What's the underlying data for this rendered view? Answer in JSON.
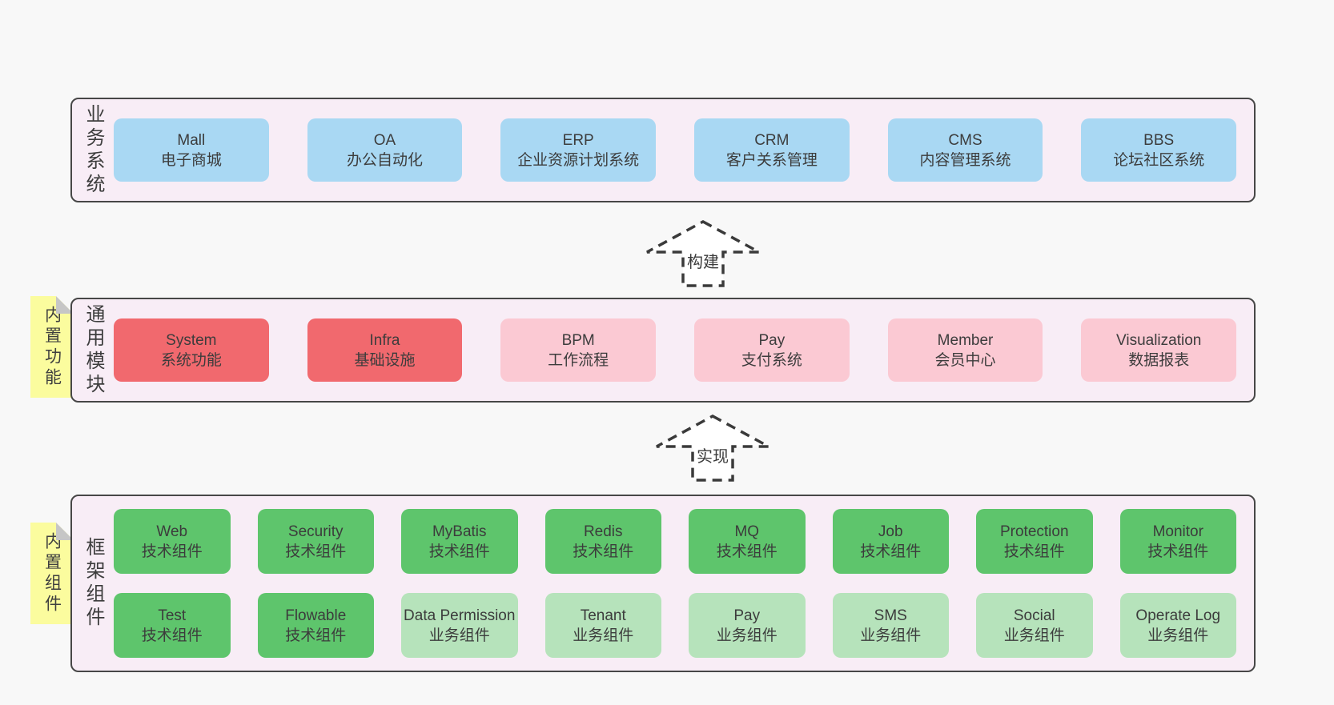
{
  "sections": [
    {
      "label": "业务系统",
      "items": [
        {
          "name": "Mall",
          "desc": "电子商城",
          "variant": "blue"
        },
        {
          "name": "OA",
          "desc": "办公自动化",
          "variant": "blue"
        },
        {
          "name": "ERP",
          "desc": "企业资源计划系统",
          "variant": "blue"
        },
        {
          "name": "CRM",
          "desc": "客户关系管理",
          "variant": "blue"
        },
        {
          "name": "CMS",
          "desc": "内容管理系统",
          "variant": "blue"
        },
        {
          "name": "BBS",
          "desc": "论坛社区系统",
          "variant": "blue"
        }
      ]
    },
    {
      "label": "通用模块",
      "tag": "内置功能",
      "items": [
        {
          "name": "System",
          "desc": "系统功能",
          "variant": "red"
        },
        {
          "name": "Infra",
          "desc": "基础设施",
          "variant": "red"
        },
        {
          "name": "BPM",
          "desc": "工作流程",
          "variant": "pink"
        },
        {
          "name": "Pay",
          "desc": "支付系统",
          "variant": "pink"
        },
        {
          "name": "Member",
          "desc": "会员中心",
          "variant": "pink"
        },
        {
          "name": "Visualization",
          "desc": "数据报表",
          "variant": "pink"
        }
      ]
    },
    {
      "label": "框架组件",
      "tag": "内置组件",
      "rows": [
        [
          {
            "name": "Web",
            "desc": "技术组件",
            "variant": "green"
          },
          {
            "name": "Security",
            "desc": "技术组件",
            "variant": "green"
          },
          {
            "name": "MyBatis",
            "desc": "技术组件",
            "variant": "green"
          },
          {
            "name": "Redis",
            "desc": "技术组件",
            "variant": "green"
          },
          {
            "name": "MQ",
            "desc": "技术组件",
            "variant": "green"
          },
          {
            "name": "Job",
            "desc": "技术组件",
            "variant": "green"
          },
          {
            "name": "Protection",
            "desc": "技术组件",
            "variant": "green"
          },
          {
            "name": "Monitor",
            "desc": "技术组件",
            "variant": "green"
          }
        ],
        [
          {
            "name": "Test",
            "desc": "技术组件",
            "variant": "green"
          },
          {
            "name": "Flowable",
            "desc": "技术组件",
            "variant": "green"
          },
          {
            "name": "Data Permission",
            "desc": "业务组件",
            "variant": "green-light"
          },
          {
            "name": "Tenant",
            "desc": "业务组件",
            "variant": "green-light"
          },
          {
            "name": "Pay",
            "desc": "业务组件",
            "variant": "green-light"
          },
          {
            "name": "SMS",
            "desc": "业务组件",
            "variant": "green-light"
          },
          {
            "name": "Social",
            "desc": "业务组件",
            "variant": "green-light"
          },
          {
            "name": "Operate Log",
            "desc": "业务组件",
            "variant": "green-light"
          }
        ]
      ]
    }
  ],
  "arrows": [
    {
      "label": "构建"
    },
    {
      "label": "实现"
    }
  ],
  "colors": {
    "page_bg": "#f8f8f8",
    "band_bg": "#f8edf6",
    "band_border": "#474747",
    "box_blue": "#a9d8f3",
    "box_red": "#f1696e",
    "box_pink": "#fbc9d3",
    "box_green": "#5ec56c",
    "box_green_light": "#b6e3bb",
    "tag_yellow": "#fbfc9e",
    "tag_fold_gray": "#c6c6c6",
    "text": "#3c3c3c",
    "arrow_stroke": "#3a3a3a"
  }
}
